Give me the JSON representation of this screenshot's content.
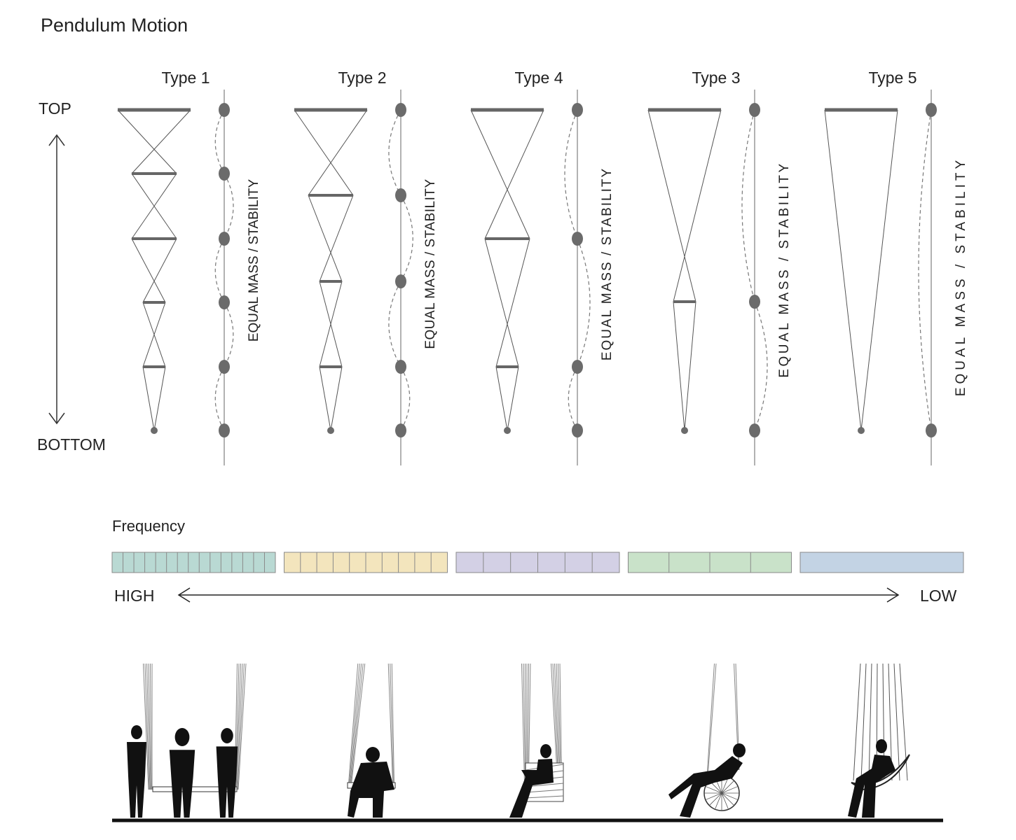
{
  "title": "Pendulum Motion",
  "axis": {
    "top": "TOP",
    "bottom": "BOTTOM"
  },
  "types": [
    {
      "label": "Type 1",
      "side_label": "EQUAL MASS / STABILITY",
      "levels": 6
    },
    {
      "label": "Type 2",
      "side_label": "EQUAL MASS / STABILITY",
      "levels": 5
    },
    {
      "label": "Type 4",
      "side_label": "EQUAL MASS / STABILITY",
      "levels": 4
    },
    {
      "label": "Type 3",
      "side_label": "EQUAL MASS / STABILITY",
      "levels": 3
    },
    {
      "label": "Type 5",
      "side_label": "EQUAL MASS / STABILITY",
      "levels": 2
    }
  ],
  "frequency": {
    "label": "Frequency",
    "high": "HIGH",
    "low": "LOW",
    "segments": [
      {
        "color": "#b9d9d3",
        "divisions": 15
      },
      {
        "color": "#f3e5bd",
        "divisions": 10
      },
      {
        "color": "#d3d0e5",
        "divisions": 6
      },
      {
        "color": "#c9e2c9",
        "divisions": 4
      },
      {
        "color": "#c3d3e4",
        "divisions": 1
      }
    ]
  },
  "colors": {
    "line": "#555555",
    "ball": "#6b6b6b",
    "ground": "#111111"
  }
}
